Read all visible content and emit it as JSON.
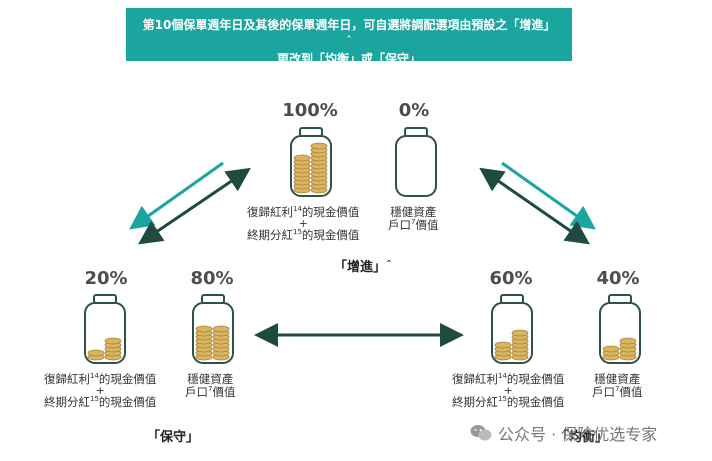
{
  "banner": {
    "line1": "第10個保單週年日及其後的保單週年日，可自選將調配選項由預設之「增進」",
    "line1_sup": "^",
    "line2": "更改到「均衡」或「保守」"
  },
  "growth": {
    "jar1_pct": "100%",
    "jar2_pct": "0%",
    "label1_line1": "復歸紅利",
    "label1_sup1": "14",
    "label1_line1_end": "的現金價值",
    "label1_plus": "+",
    "label1_line2": "終期分紅",
    "label1_sup2": "15",
    "label1_line2_end": "的現金價值",
    "label2_line1": "穩健資產",
    "label2_line2": "戶口",
    "label2_sup": "7",
    "label2_line2_end": "價值",
    "name": "「增進」",
    "name_sup": "^"
  },
  "conservative": {
    "jar1_pct": "20%",
    "jar2_pct": "80%",
    "label1_line1": "復歸紅利",
    "label1_sup1": "14",
    "label1_line1_end": "的現金價值",
    "label1_plus": "+",
    "label1_line2": "終期分紅",
    "label1_sup2": "15",
    "label1_line2_end": "的現金價值",
    "label2_line1": "穩健資產",
    "label2_line2": "戶口",
    "label2_sup": "7",
    "label2_line2_end": "價值",
    "name": "「保守」"
  },
  "balanced": {
    "jar1_pct": "60%",
    "jar2_pct": "40%",
    "label1_line1": "復歸紅利",
    "label1_sup1": "14",
    "label1_line1_end": "的現金價值",
    "label1_plus": "+",
    "label1_line2": "終期分紅",
    "label1_sup2": "15",
    "label1_line2_end": "的現金價值",
    "label2_line1": "穩健資產",
    "label2_line2": "戶口",
    "label2_sup": "7",
    "label2_line2_end": "價值",
    "name": "「均衡」"
  },
  "watermark": {
    "text": "公众号 · 保险优选专家"
  },
  "colors": {
    "teal": "#1aa59f",
    "dark_green": "#1e4a40",
    "jar_stroke": "#2e5248",
    "coin": "#d9b461"
  }
}
